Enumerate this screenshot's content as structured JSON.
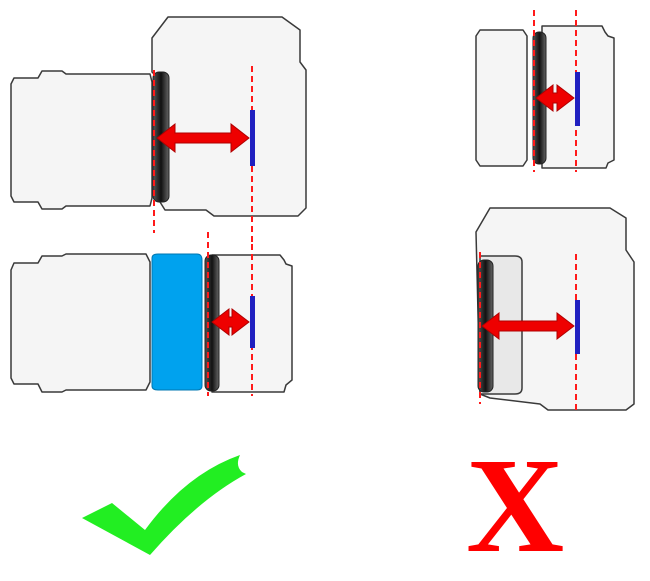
{
  "colors": {
    "body_fill": "#f5f5f5",
    "body_stroke": "#3a3a3a",
    "flange": "#222222",
    "sensor": "#2020c0",
    "guide_line": "#ff1a1a",
    "distance_arrow": "#ee0000",
    "adapter": "#00a2ee",
    "check": "#22ee22",
    "cross": "#ff0000"
  },
  "panels": {
    "correct_dslr": {
      "icon": "dslr-body-with-lens",
      "shows": "lens-at-native-flange-distance"
    },
    "correct_mirrorless_adapter": {
      "icon": "mirrorless-body-with-adapter-and-lens",
      "shows": "adapter-restores-flange-distance"
    },
    "wrong_mirrorless_lens": {
      "icon": "mirrorless-lens-on-mirrorless-body",
      "shows": "short-flange-distance"
    },
    "wrong_dslr_body": {
      "icon": "short-flange-lens-on-dslr-body",
      "shows": "lens-cannot-reach-focus"
    }
  },
  "verdict": {
    "correct_icon": "check-mark-icon",
    "wrong_icon": "cross-mark-icon",
    "wrong_glyph": "X"
  }
}
